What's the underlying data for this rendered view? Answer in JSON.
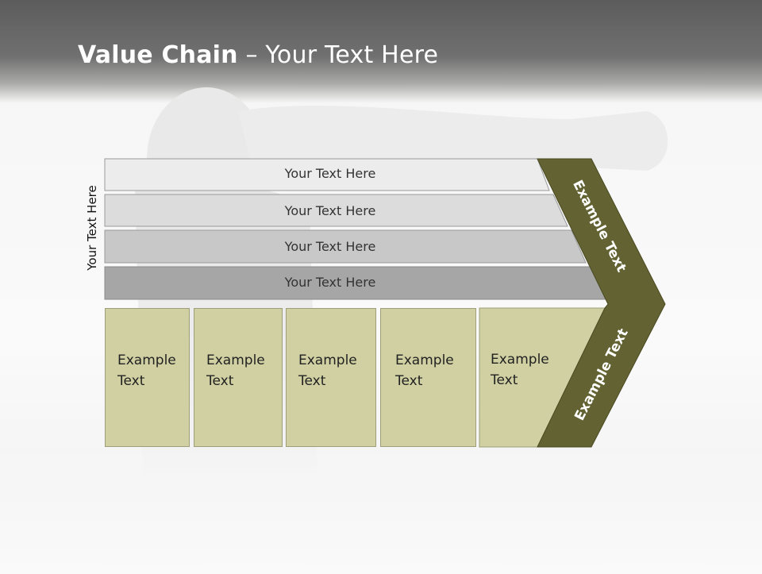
{
  "slide": {
    "title_bold": "Value Chain",
    "title_rest": " – Your Text Here"
  },
  "diagram": {
    "side_label": "Your Text Here",
    "bars": [
      {
        "label": "Your Text Here",
        "color": "#ececec"
      },
      {
        "label": "Your Text Here",
        "color": "#dcdcdc"
      },
      {
        "label": "Your Text Here",
        "color": "#c8c8c8"
      },
      {
        "label": "Your Text Here",
        "color": "#a6a6a6"
      }
    ],
    "boxes": [
      {
        "line1": "Example",
        "line2": "Text"
      },
      {
        "line1": "Example",
        "line2": "Text"
      },
      {
        "line1": "Example",
        "line2": "Text"
      },
      {
        "line1": "Example",
        "line2": "Text"
      },
      {
        "line1": "Example",
        "line2": "Text"
      }
    ],
    "chevron": {
      "upper_label": "Example Text",
      "lower_label": "Example Text",
      "color": "#626232"
    },
    "box_color": "#d0d0a3"
  }
}
